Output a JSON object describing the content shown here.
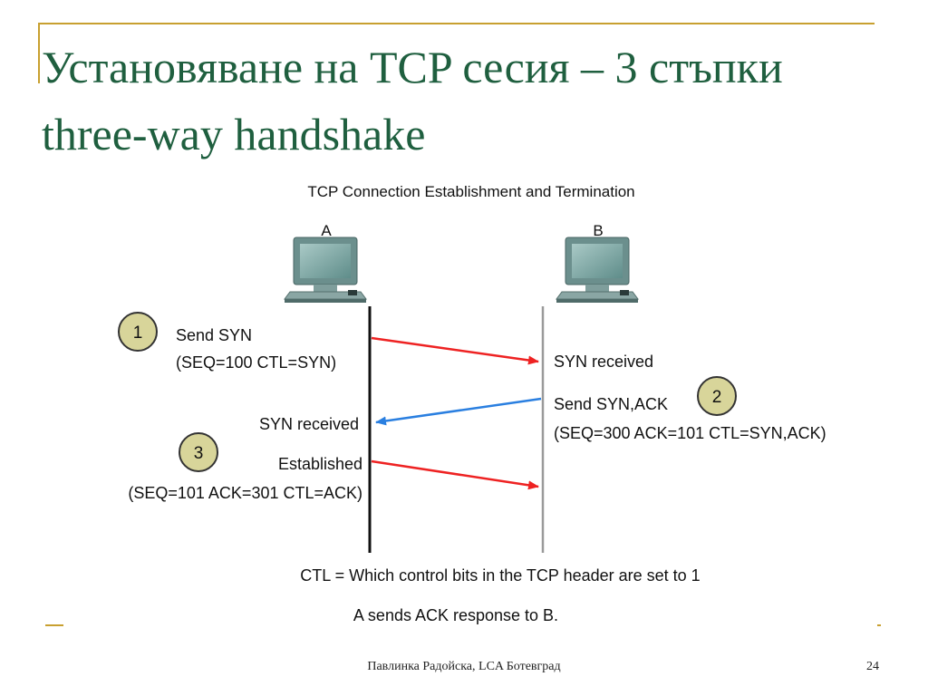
{
  "slide": {
    "title_line1": "Установяване на TCP сесия – 3 стъпки",
    "title_line2": "three-way handshake",
    "footer_author": "Павлинка Радойска, LCA Ботевград",
    "page_number": "24"
  },
  "diagram": {
    "heading": "TCP Connection Establishment and Termination",
    "host_a_label": "A",
    "host_b_label": "B",
    "steps": [
      {
        "number": "1",
        "line1": "Send SYN",
        "line2": "(SEQ=100 CTL=SYN)",
        "receiver_text": "SYN received"
      },
      {
        "number": "2",
        "line1": "Send SYN,ACK",
        "line2": "(SEQ=300 ACK=101 CTL=SYN,ACK)",
        "receiver_text": "SYN received"
      },
      {
        "number": "3",
        "line1": "Established",
        "line2": "(SEQ=101 ACK=301 CTL=ACK)"
      }
    ],
    "ctl_note": "CTL = Which control bits in the TCP header are set to 1",
    "caption": "A sends ACK response to B."
  },
  "colors": {
    "title": "#1f5f3f",
    "accent_gold": "#c8a030",
    "arrow_red": "#ee2222",
    "arrow_blue": "#2a7fe0",
    "step_badge_fill": "#d8d59a",
    "computer_screen": "#7fa8a6"
  },
  "icons": {
    "host_a": "computer-icon",
    "host_b": "computer-icon"
  }
}
